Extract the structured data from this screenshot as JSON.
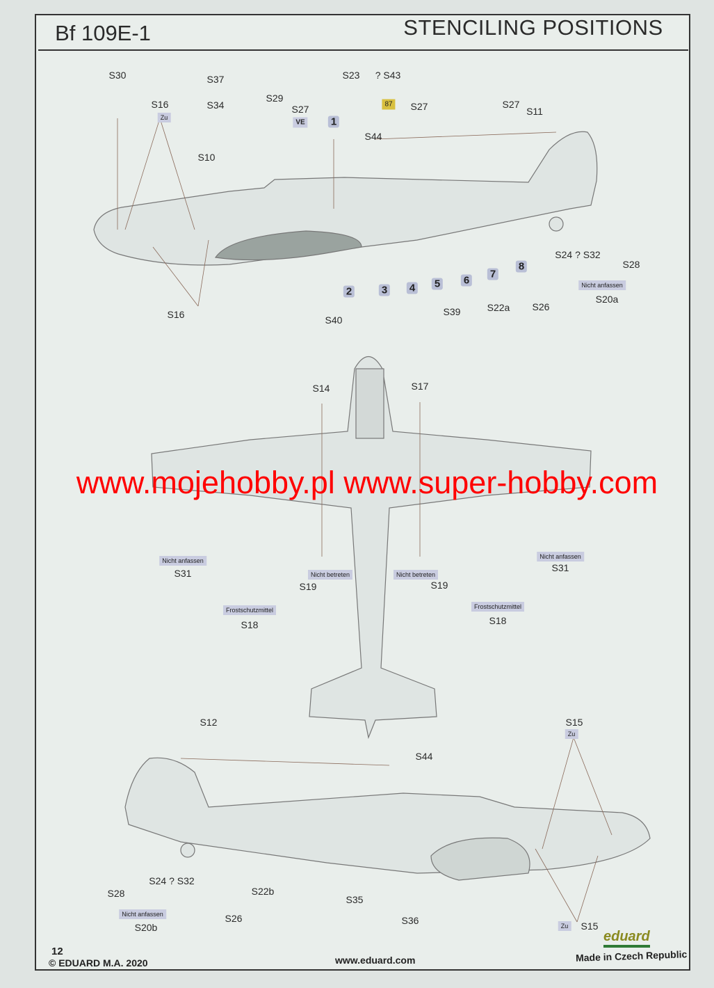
{
  "header": {
    "model": "Bf 109E-1",
    "heading": "STENCILING POSITIONS"
  },
  "side_view_left": {
    "labels": [
      "S30",
      "S16",
      "S37",
      "S34",
      "S29",
      "S27",
      "S10",
      "S23",
      "? S43",
      "S27",
      "S27",
      "S11",
      "S44",
      "S39",
      "S22a",
      "S26",
      "S24 ? S32",
      "S28",
      "S20a",
      "S16",
      "S40"
    ],
    "numbers": [
      "1",
      "2",
      "3",
      "4",
      "5",
      "6",
      "7",
      "8"
    ],
    "stencils": {
      "nicht_anfassen": "Nicht anfassen",
      "s43_value": "87",
      "zu": "Zu",
      "ve": "VE"
    }
  },
  "top_view": {
    "labels": [
      "S14",
      "S17",
      "S31",
      "S31",
      "S19",
      "S19",
      "S18",
      "S18"
    ],
    "stencils": {
      "frost": "Frostschutzmittel",
      "nicht_betreten": "Nicht betreten",
      "nicht_anfassen": "Nicht anfassen"
    }
  },
  "watermark": "www.mojehobby.pl www.super-hobby.com",
  "side_view_right": {
    "labels": [
      "S12",
      "S15",
      "S44",
      "S28",
      "S24 ? S32",
      "S22b",
      "S26",
      "S20b",
      "S35",
      "S36",
      "S15"
    ],
    "stencils": {
      "nicht_anfassen": "Nicht anfassen",
      "zu": "Zu"
    }
  },
  "footer": {
    "page": "12",
    "copyright": "© EDUARD  M.A. 2020",
    "url": "www.eduard.com",
    "origin": "Made in Czech Republic",
    "logo": "eduard"
  }
}
